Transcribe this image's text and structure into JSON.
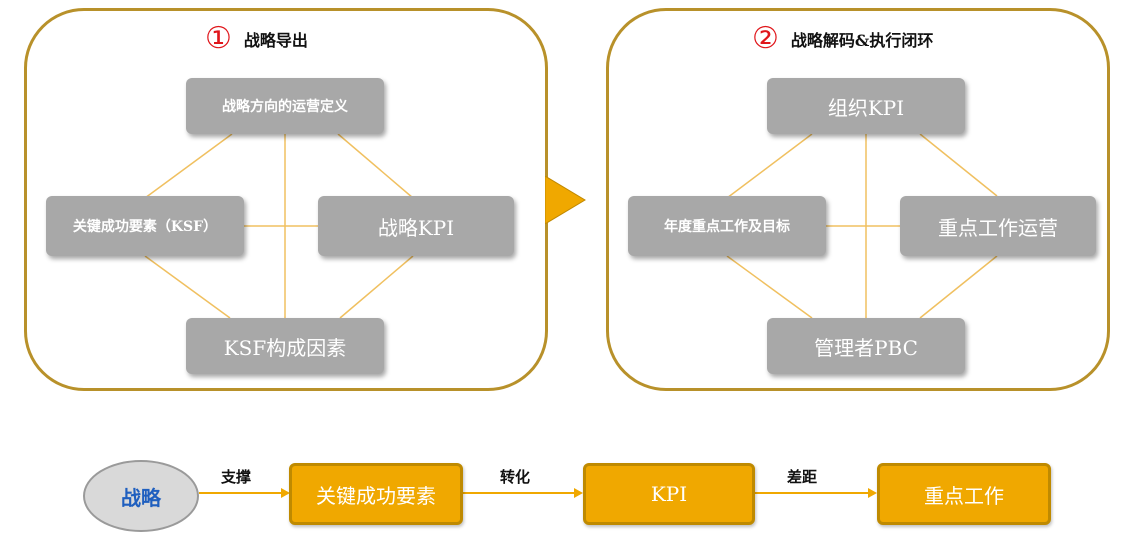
{
  "panel1": {
    "number": "①",
    "title": "战略导出",
    "top": "战略方向的运营定义",
    "left": "关键成功要素（KSF）",
    "right": "战略KPI",
    "bottom": "KSF构成因素"
  },
  "panel2": {
    "number": "②",
    "title": "战略解码&执行闭环",
    "top": "组织KPI",
    "left": "年度重点工作及目标",
    "right": "重点工作运营",
    "bottom": "管理者PBC"
  },
  "flow": {
    "start": "战略",
    "label1": "支撑",
    "box1": "关键成功要素",
    "label2": "转化",
    "box2": "KPI",
    "label3": "差距",
    "box3": "重点工作"
  },
  "colors": {
    "panel_border": "#b8912a",
    "gray_box": "#a8a8a8",
    "connector_line": "#f0c060",
    "arrow": "#f0a800",
    "flow_box": "#f0a800",
    "circled_number": "#e0161b",
    "start_text": "#1f5fbf"
  }
}
